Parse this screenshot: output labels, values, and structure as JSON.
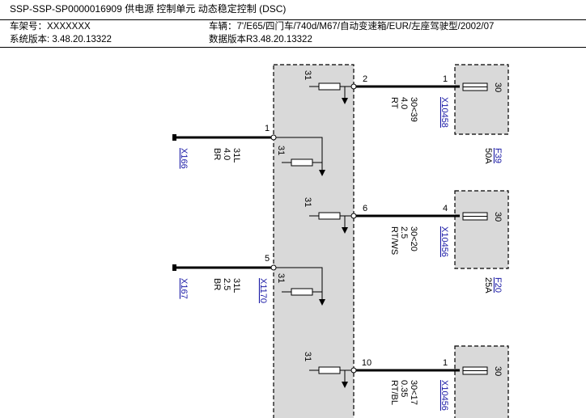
{
  "header": {
    "title": "SSP-SSP-SP0000016909 供电源 控制单元 动态稳定控制 (DSC)",
    "vin_label": "车架号：XXXXXXX",
    "vehicle_label": "车辆：7'/E65/四门车/740d/M67/自动变速箱/EUR/左座驾驶型/2002/07",
    "system_version": "系统版本: 3.48.20.13322",
    "data_version": "数据版本R3.48.20.13322"
  },
  "diagram": {
    "ground_pin_label": "31",
    "fuse_pin_label": "30",
    "left_pins": {
      "pin1": "1",
      "pin5": "5"
    },
    "left_connectors": {
      "c1": "X166",
      "c2": "X167",
      "c3": "X1170"
    },
    "left_wires": {
      "w1": {
        "circuit": "31L",
        "size": "4.0",
        "color": "BR"
      },
      "w2": {
        "circuit": "31L",
        "size": "2.5",
        "color": "BR"
      }
    },
    "right_pins": {
      "p2": "2",
      "p6": "6",
      "p10": "10"
    },
    "right_wires": {
      "w2": {
        "circuit": "30<39",
        "size": "4.0",
        "color": "RT"
      },
      "w6": {
        "circuit": "30<20",
        "size": "2.5",
        "color": "RT/WS"
      },
      "w10": {
        "circuit": "30<17",
        "size": "0.35",
        "color": "RT/BL"
      }
    },
    "fuse_blocks": {
      "f1": {
        "pin": "1",
        "connector": "X10458",
        "fuse": "F39",
        "rating": "50A"
      },
      "f2": {
        "pin": "4",
        "connector": "X10456",
        "fuse": "F20",
        "rating": "25A"
      },
      "f3": {
        "pin": "1",
        "connector": "X10456"
      }
    }
  }
}
